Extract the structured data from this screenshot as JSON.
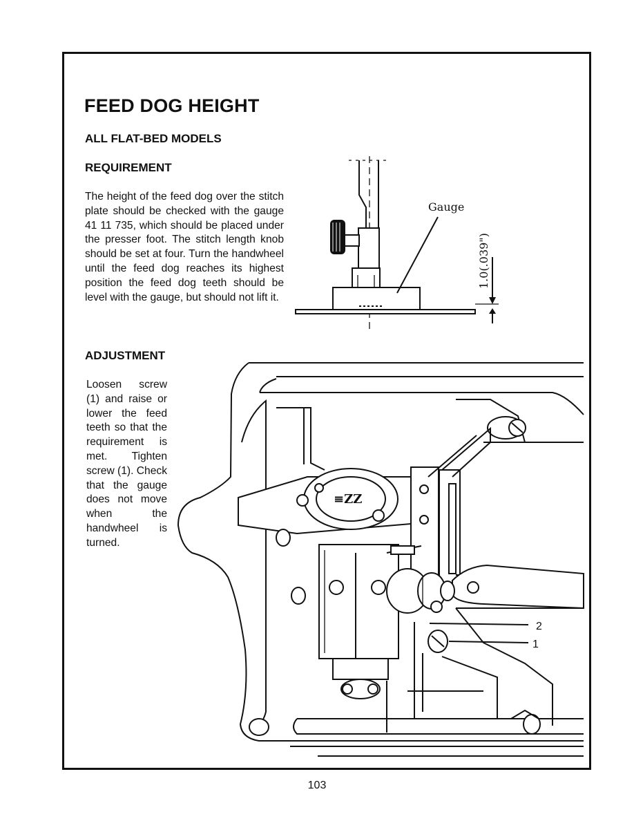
{
  "page": {
    "title": "FEED DOG HEIGHT",
    "subtitle": "ALL FLAT-BED MODELS",
    "page_number": "103"
  },
  "requirement": {
    "heading": "REQUIREMENT",
    "text": "The height of the feed dog over the stitch plate should be checked with the gauge 41 11 735, which should be placed under the presser foot. The stitch length knob should be set at four. Turn the handwheel until the feed dog reaches its highest position the feed dog teeth should be level with the gauge, but should not lift it."
  },
  "adjustment": {
    "heading": "ADJUSTMENT",
    "text": "Loosen screw (1) and raise or lower the feed teeth so that the requirement is met. Tighten screw (1). Check that the gauge does not move when the handwheel is turned."
  },
  "gauge_diagram": {
    "label_gauge": "Gauge",
    "dimension": "1.0(.039\")"
  },
  "mechanism_diagram": {
    "callout_2": "2",
    "callout_1": "1"
  }
}
